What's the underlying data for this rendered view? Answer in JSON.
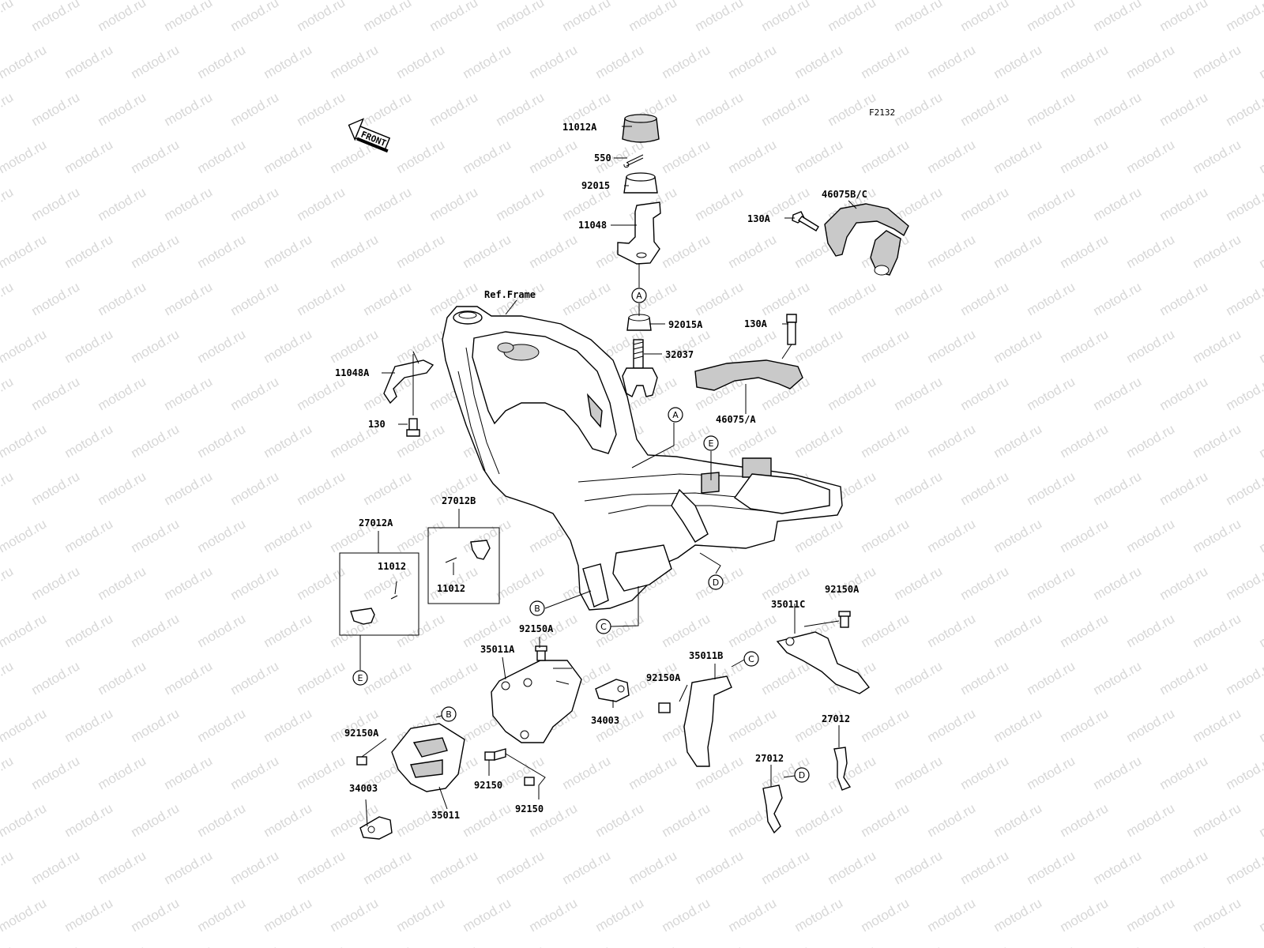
{
  "diagram_code": "F2132",
  "watermark_text": "motod.ru",
  "front_arrow_label": "FRONT",
  "labels": [
    {
      "id": "l-11012A",
      "text": "11012A"
    },
    {
      "id": "l-550",
      "text": "550"
    },
    {
      "id": "l-92015",
      "text": "92015"
    },
    {
      "id": "l-11048",
      "text": "11048"
    },
    {
      "id": "l-46075BC",
      "text": "46075B/C"
    },
    {
      "id": "l-130A-1",
      "text": "130A"
    },
    {
      "id": "l-130A-2",
      "text": "130A"
    },
    {
      "id": "l-ref-frame",
      "text": "Ref.Frame"
    },
    {
      "id": "l-92015A",
      "text": "92015A"
    },
    {
      "id": "l-32037",
      "text": "32037"
    },
    {
      "id": "l-11048A",
      "text": "11048A"
    },
    {
      "id": "l-130",
      "text": "130"
    },
    {
      "id": "l-46075A",
      "text": "46075/A"
    },
    {
      "id": "l-27012B",
      "text": "27012B"
    },
    {
      "id": "l-27012A",
      "text": "27012A"
    },
    {
      "id": "l-11012-1",
      "text": "11012"
    },
    {
      "id": "l-11012-2",
      "text": "11012"
    },
    {
      "id": "l-92150A-1",
      "text": "92150A"
    },
    {
      "id": "l-35011C",
      "text": "35011C"
    },
    {
      "id": "l-92150A-2",
      "text": "92150A"
    },
    {
      "id": "l-35011A",
      "text": "35011A"
    },
    {
      "id": "l-35011B",
      "text": "35011B"
    },
    {
      "id": "l-92150A-3",
      "text": "92150A"
    },
    {
      "id": "l-34003-1",
      "text": "34003"
    },
    {
      "id": "l-92150A-4",
      "text": "92150A"
    },
    {
      "id": "l-92150-1",
      "text": "92150"
    },
    {
      "id": "l-92150-2",
      "text": "92150"
    },
    {
      "id": "l-34003-2",
      "text": "34003"
    },
    {
      "id": "l-35011",
      "text": "35011"
    },
    {
      "id": "l-27012-1",
      "text": "27012"
    },
    {
      "id": "l-27012-2",
      "text": "27012"
    }
  ],
  "callouts": [
    {
      "id": "c-A1",
      "text": "A"
    },
    {
      "id": "c-A2",
      "text": "A"
    },
    {
      "id": "c-E1",
      "text": "E"
    },
    {
      "id": "c-D1",
      "text": "D"
    },
    {
      "id": "c-B1",
      "text": "B"
    },
    {
      "id": "c-C1",
      "text": "C"
    },
    {
      "id": "c-E2",
      "text": "E"
    },
    {
      "id": "c-C2",
      "text": "C"
    },
    {
      "id": "c-B2",
      "text": "B"
    },
    {
      "id": "c-D2",
      "text": "D"
    }
  ]
}
